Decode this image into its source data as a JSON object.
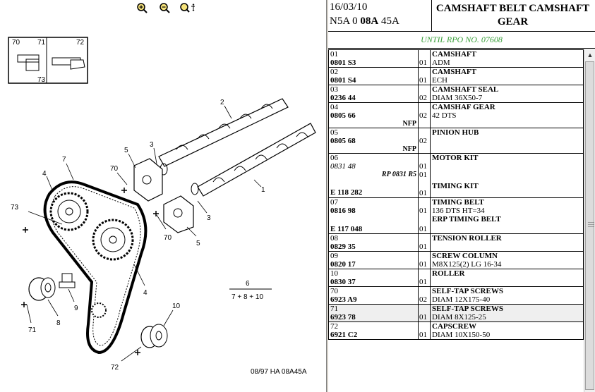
{
  "header": {
    "date": "16/03/10",
    "code_prefix": "N5A 0 ",
    "code_bold": "08A",
    "code_suffix": " 45A",
    "title": "CAMSHAFT BELT CAMSHAFT GEAR"
  },
  "banner": "UNTIL RPO NO. 07608",
  "diagram": {
    "callout_labels": [
      "70",
      "71",
      "72",
      "73",
      "2",
      "3",
      "1",
      "5",
      "70",
      "7",
      "4",
      "3",
      "5",
      "70",
      "73",
      "4",
      "6",
      "7 + 8 + 10",
      "9",
      "8",
      "71",
      "10",
      "72"
    ],
    "footer": "08/97  HA 08A45A"
  },
  "toolbar": {
    "zoom_in": "zoom-in-icon",
    "zoom_out": "zoom-out-icon",
    "pan": "zoom-pan-icon"
  },
  "parts": [
    {
      "idx": "01",
      "ref": "0801 S3",
      "qty": "01",
      "title": "CAMSHAFT",
      "sub": "ADM"
    },
    {
      "idx": "02",
      "ref": "0801 S4",
      "qty": "01",
      "title": "CAMSHAFT",
      "sub": "ECH"
    },
    {
      "idx": "03",
      "ref": "0236 44",
      "qty": "02",
      "title": "CAMSHAFT SEAL",
      "sub": "DIAM 36X50-7"
    },
    {
      "idx": "04",
      "ref": "0805 66",
      "right": "NFP",
      "qty": "02",
      "title": "CAMSHAF GEAR",
      "sub": "42 DTS"
    },
    {
      "idx": "05",
      "ref": "0805 68",
      "right": "NFP",
      "qty": "02",
      "title": "PINION HUB",
      "sub": ""
    },
    {
      "idx": "06",
      "ref": "0831 48",
      "ref2": "RP 0831 R5",
      "ref3": "E 118 282",
      "qty": "01",
      "qty2": "01",
      "qty3": "01",
      "title": "MOTOR KIT",
      "title2": "TIMING KIT"
    },
    {
      "idx": "07",
      "ref": "0816 98",
      "ref3": "E 117 048",
      "qty": "01",
      "qty3": "01",
      "title": "TIMING BELT",
      "sub": "136 DTS HT=34",
      "title2": "ERP TIMING BELT"
    },
    {
      "idx": "08",
      "ref": "0829 35",
      "qty": "01",
      "title": "TENSION ROLLER",
      "sub": ""
    },
    {
      "idx": "09",
      "ref": "0820 17",
      "qty": "01",
      "title": "SCREW COLUMN",
      "sub": "M8X125(2) LG 16-34"
    },
    {
      "idx": "10",
      "ref": "0830 37",
      "qty": "01",
      "title": "ROLLER",
      "sub": ""
    },
    {
      "idx": "70",
      "ref": "6923 A9",
      "qty": "02",
      "title": "SELF-TAP SCREWS",
      "sub": "DIAM 12X175-40"
    },
    {
      "idx": "71",
      "ref": "6923 78",
      "qty": "01",
      "title": "SELF-TAP SCREWS",
      "sub": "DIAM 8X125-25"
    },
    {
      "idx": "72",
      "ref": "6921 C2",
      "qty": "01",
      "title": "CAPSCREW",
      "sub": "DIAM 10X150-50"
    }
  ]
}
